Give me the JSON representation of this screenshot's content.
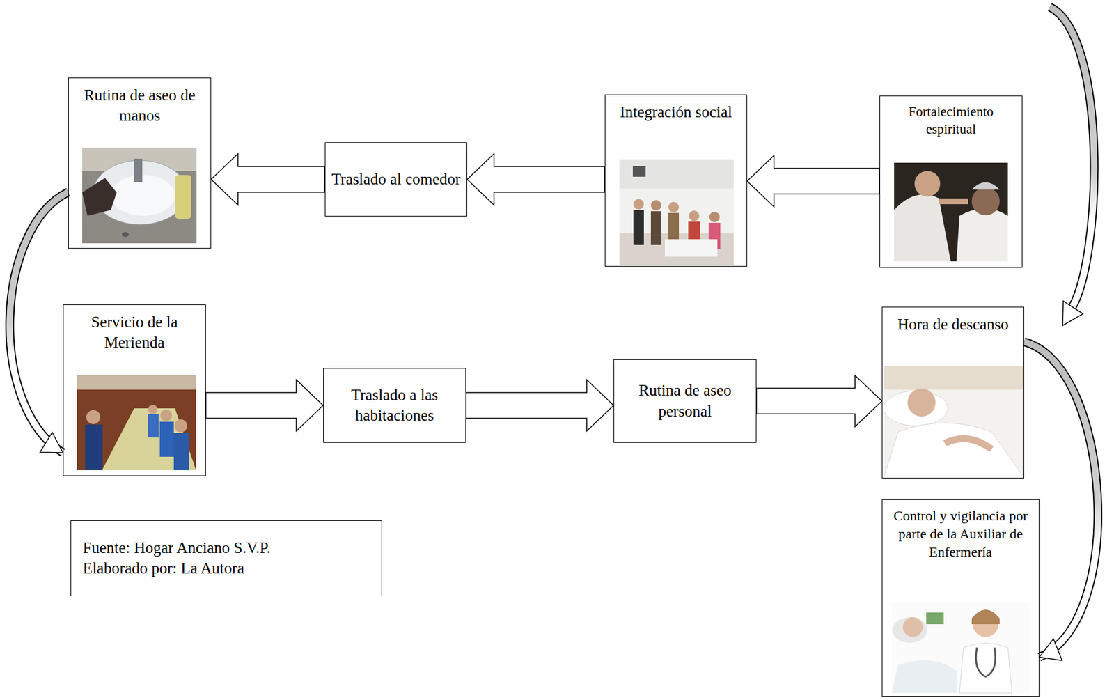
{
  "diagram": {
    "nodes": [
      {
        "text": [
          "Rutina de aseo de manos"
        ]
      },
      {
        "text": [
          "Traslado al comedor"
        ]
      },
      {
        "text": [
          "Integración social"
        ]
      },
      {
        "text": [
          "Fortalecimiento espiritual"
        ]
      },
      {
        "text": [
          "Servicio de la Merienda"
        ]
      },
      {
        "text": [
          "Traslado a las habitaciones"
        ]
      },
      {
        "text": [
          "Rutina de aseo personal"
        ]
      },
      {
        "text": [
          "Hora de descanso"
        ]
      },
      {
        "text": [
          "Control y vigilancia por parte de la Auxiliar de Enfermería"
        ]
      },
      {
        "text": [
          "Fuente: Hogar Anciano S.V.P.",
          "Elaborado por: La Autora"
        ]
      }
    ],
    "edges": [
      {
        "from": 3,
        "to": 2,
        "arrow": "to"
      },
      {
        "from": 2,
        "to": 1,
        "arrow": "to"
      },
      {
        "from": 1,
        "to": 0,
        "arrow": "to"
      },
      {
        "from": 0,
        "to": 4,
        "arrow": "to"
      },
      {
        "from": 4,
        "to": 5,
        "arrow": "to"
      },
      {
        "from": 5,
        "to": 6,
        "arrow": "to"
      },
      {
        "from": 6,
        "to": 7,
        "arrow": "to"
      },
      {
        "from": 7,
        "to": 8,
        "arrow": "to"
      }
    ]
  }
}
